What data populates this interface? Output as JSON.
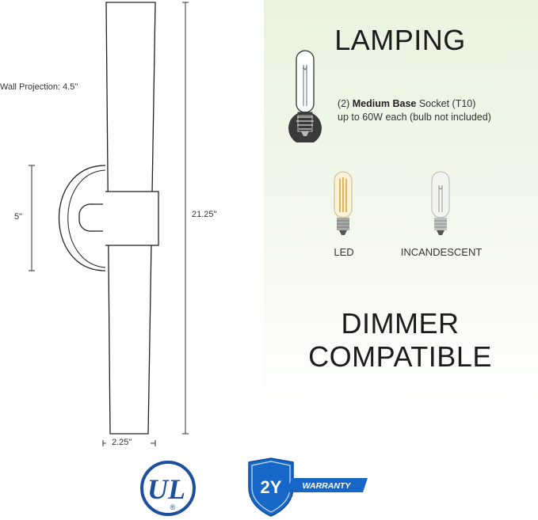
{
  "dimensions": {
    "wall_projection": "Wall Projection: 4.5\"",
    "backplate_height": "5\"",
    "total_height": "21.25\"",
    "width": "2.25\""
  },
  "lamping": {
    "title": "LAMPING",
    "spec_count": "(2)",
    "spec_bold": "Medium Base",
    "spec_rest": "Socket (T10)",
    "spec_line2": "up to 60W each (bulb not included)",
    "bulbs": [
      {
        "label": "LED"
      },
      {
        "label": "INCANDESCENT"
      }
    ]
  },
  "dimmer": {
    "line1": "DIMMER",
    "line2": "COMPATIBLE"
  },
  "badges": {
    "ul_mark": "UL",
    "ul_registered": "®",
    "warranty_years": "2Y",
    "warranty_word": "WARRANTY",
    "colors": {
      "ul_blue": "#1d4f9c",
      "shield_blue": "#1667c7"
    }
  }
}
